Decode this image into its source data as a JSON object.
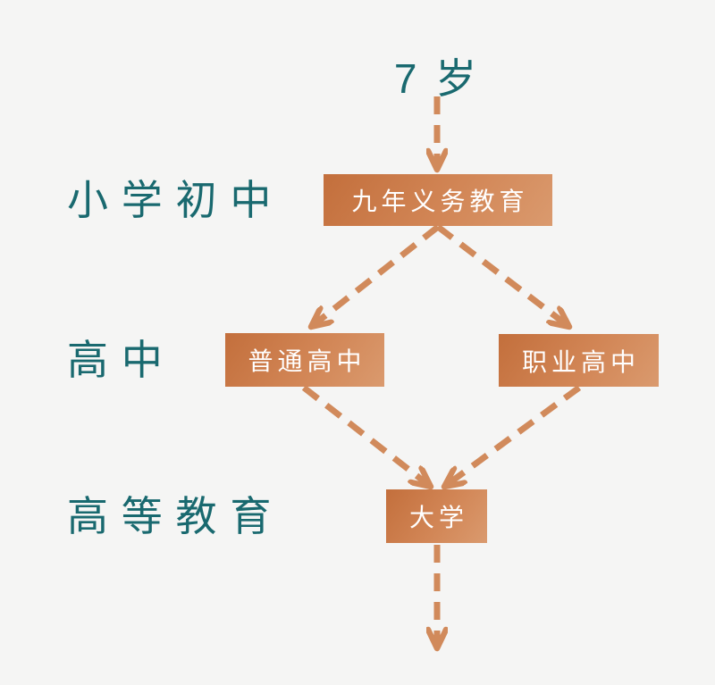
{
  "diagram": {
    "age_label": "7 岁",
    "stage_labels": [
      {
        "id": "primary-middle",
        "text": "小 学 初 中"
      },
      {
        "id": "high-school",
        "text": "高 中"
      },
      {
        "id": "higher-education",
        "text": "高 等 教 育"
      }
    ],
    "nodes": [
      {
        "id": "compulsory",
        "text": "九年义务教育"
      },
      {
        "id": "regular-high",
        "text": "普通高中"
      },
      {
        "id": "vocational-high",
        "text": "职业高中"
      },
      {
        "id": "university",
        "text": "大学"
      }
    ],
    "edges": [
      {
        "from": "age-7",
        "to": "compulsory"
      },
      {
        "from": "compulsory",
        "to": "regular-high"
      },
      {
        "from": "compulsory",
        "to": "vocational-high"
      },
      {
        "from": "regular-high",
        "to": "university"
      },
      {
        "from": "vocational-high",
        "to": "university"
      },
      {
        "from": "university",
        "to": "beyond"
      }
    ],
    "colors": {
      "background": "#f5f5f4",
      "label_teal": "#19696f",
      "box_gradient_start": "#c36f3c",
      "box_gradient_end": "#da9a6e",
      "arrow": "#d18a5b",
      "box_text": "#ffffff"
    }
  }
}
